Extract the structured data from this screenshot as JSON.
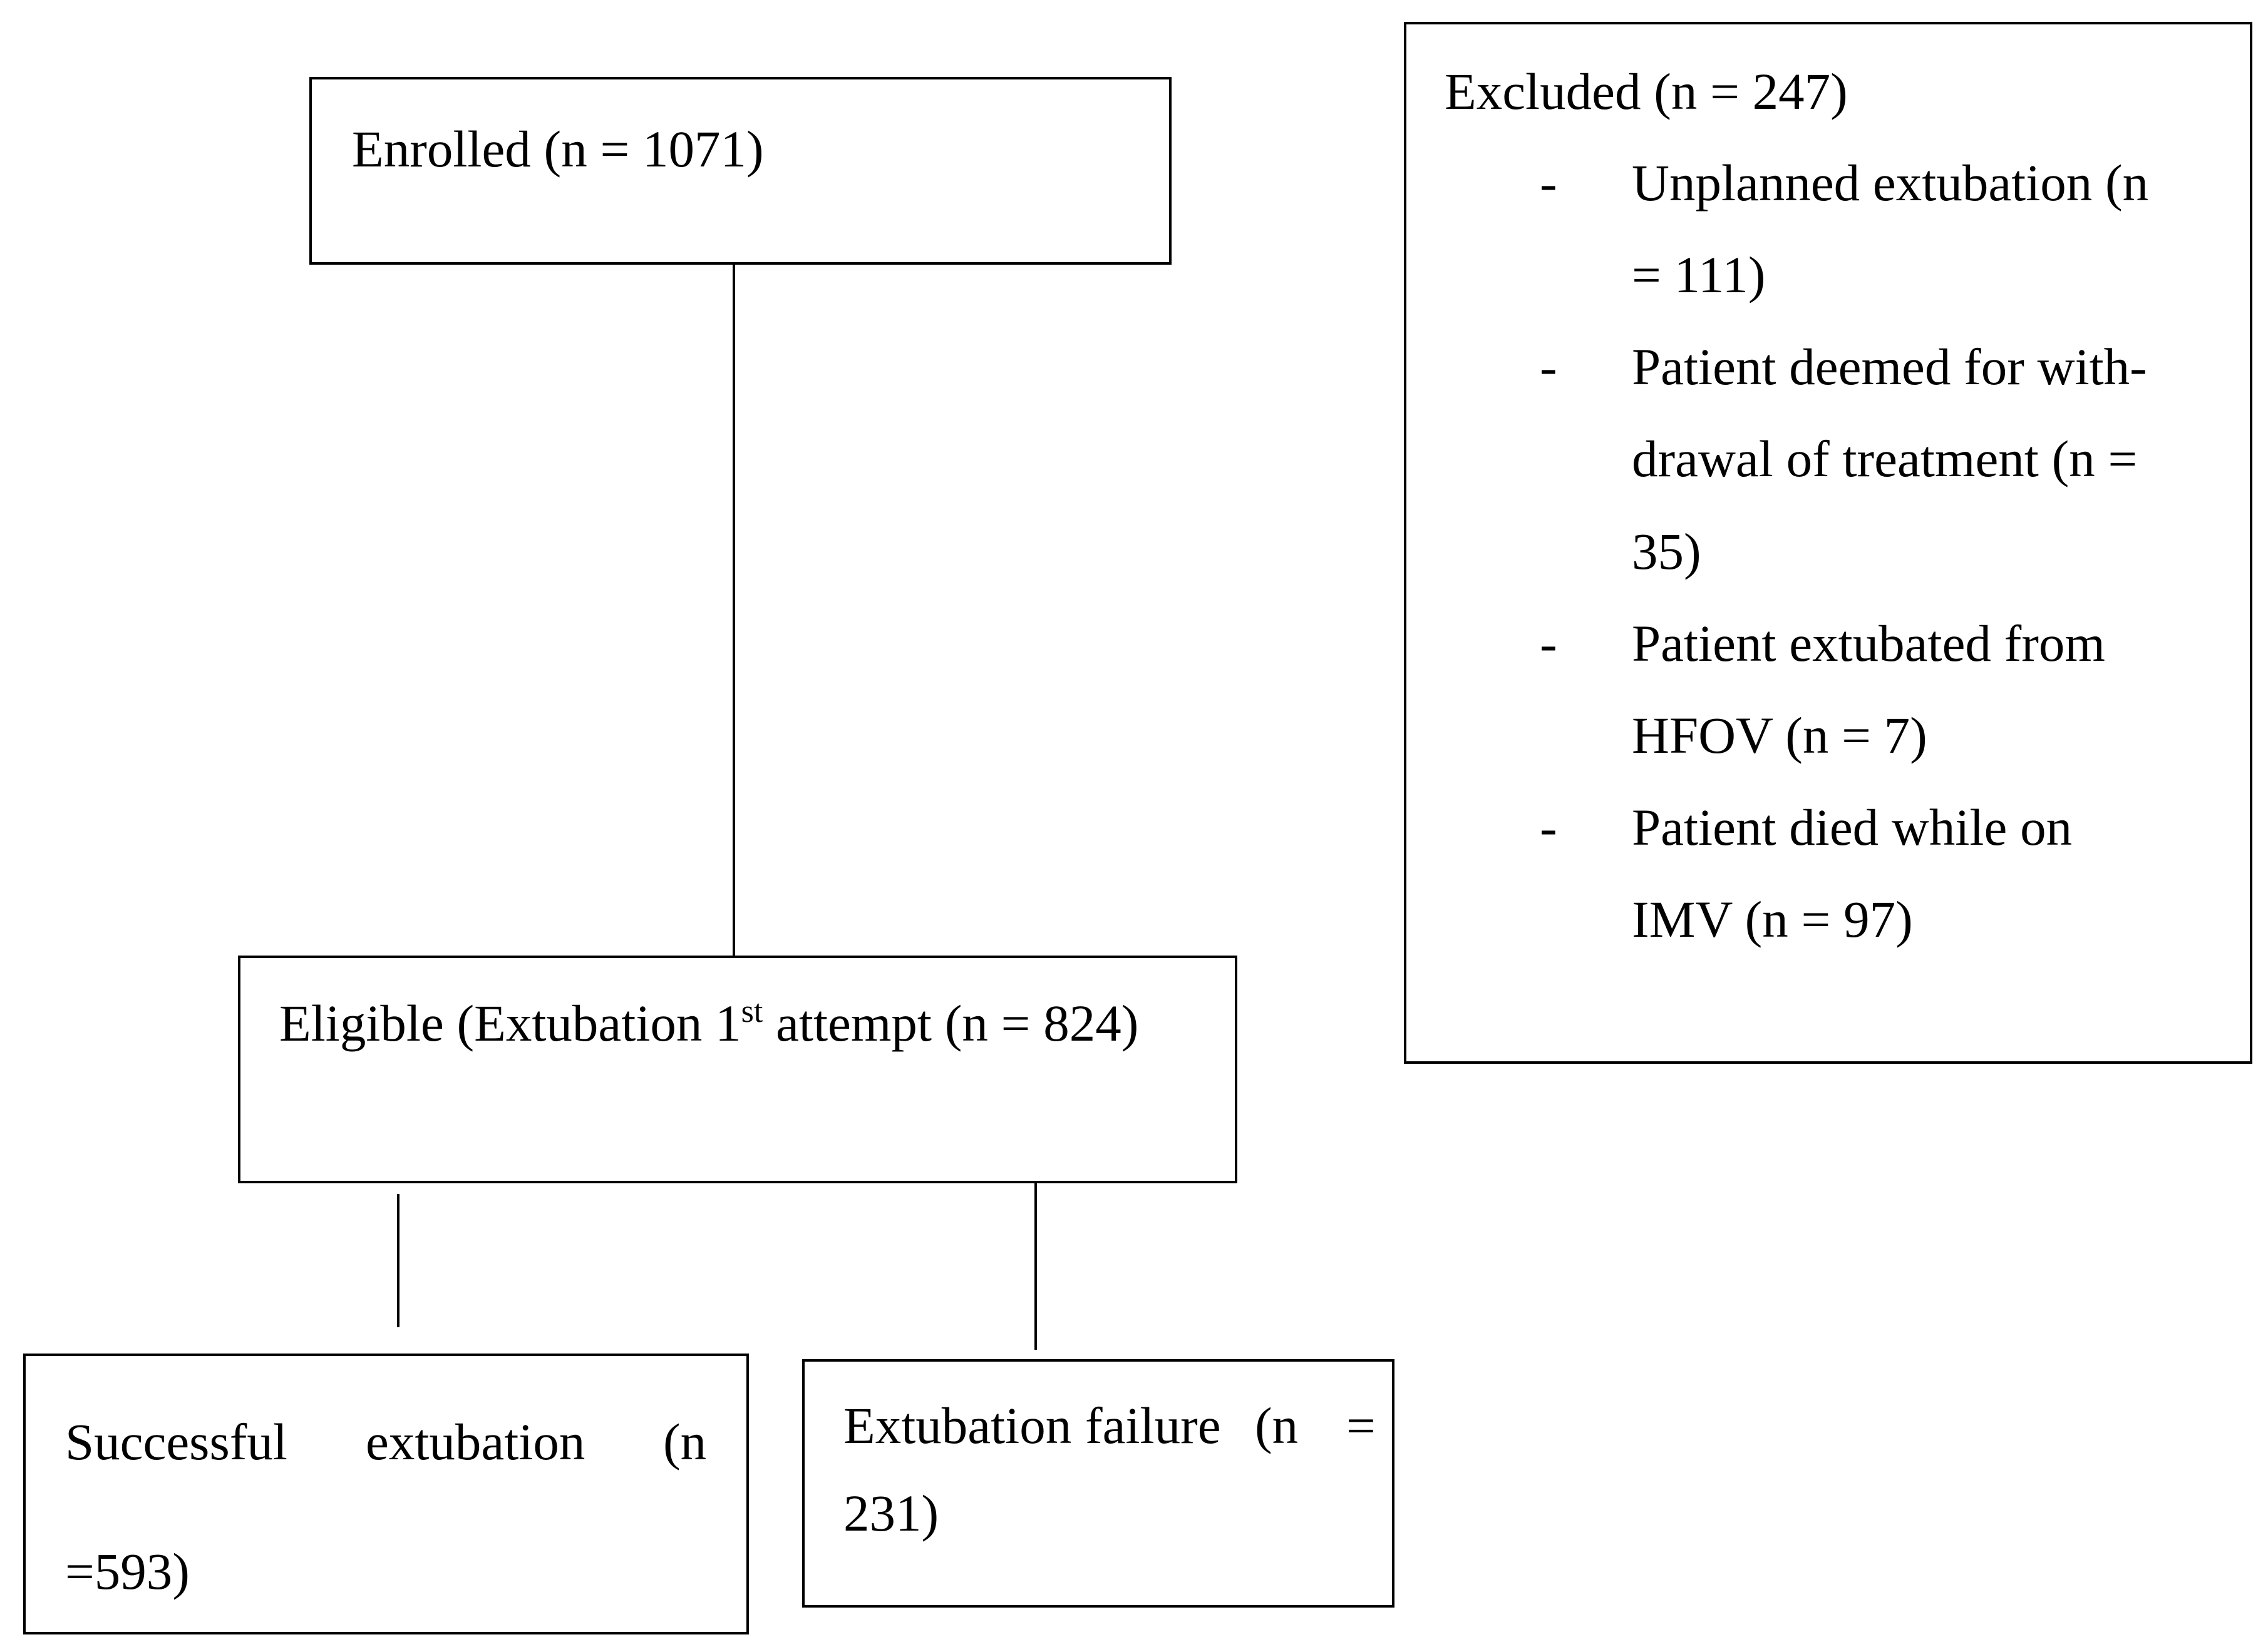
{
  "flowchart": {
    "enrolled": {
      "label": "Enrolled (n = 1071)"
    },
    "eligible": {
      "label_pre": "Eligible (Extubation 1",
      "label_sup": "st",
      "label_post": " attempt (n = 824)"
    },
    "successful": {
      "word1": "Successful",
      "word2": "extubation",
      "word3": "(n",
      "line2": "=593)"
    },
    "failure": {
      "word1": "Extubation",
      "word2": "failure",
      "word3": "(n",
      "word4": "=",
      "line2": "231)"
    },
    "excluded": {
      "title": "Excluded (n = 247)",
      "dash": "-",
      "items": [
        {
          "lines": [
            "Unplanned extubation (n",
            "= 111)"
          ]
        },
        {
          "lines": [
            "Patient deemed for with-",
            "drawal of treatment (n =",
            "35)"
          ]
        },
        {
          "lines": [
            "Patient extubated from",
            "HFOV (n = 7)"
          ]
        },
        {
          "lines": [
            "Patient died while on",
            "IMV (n = 97)"
          ]
        }
      ]
    }
  }
}
